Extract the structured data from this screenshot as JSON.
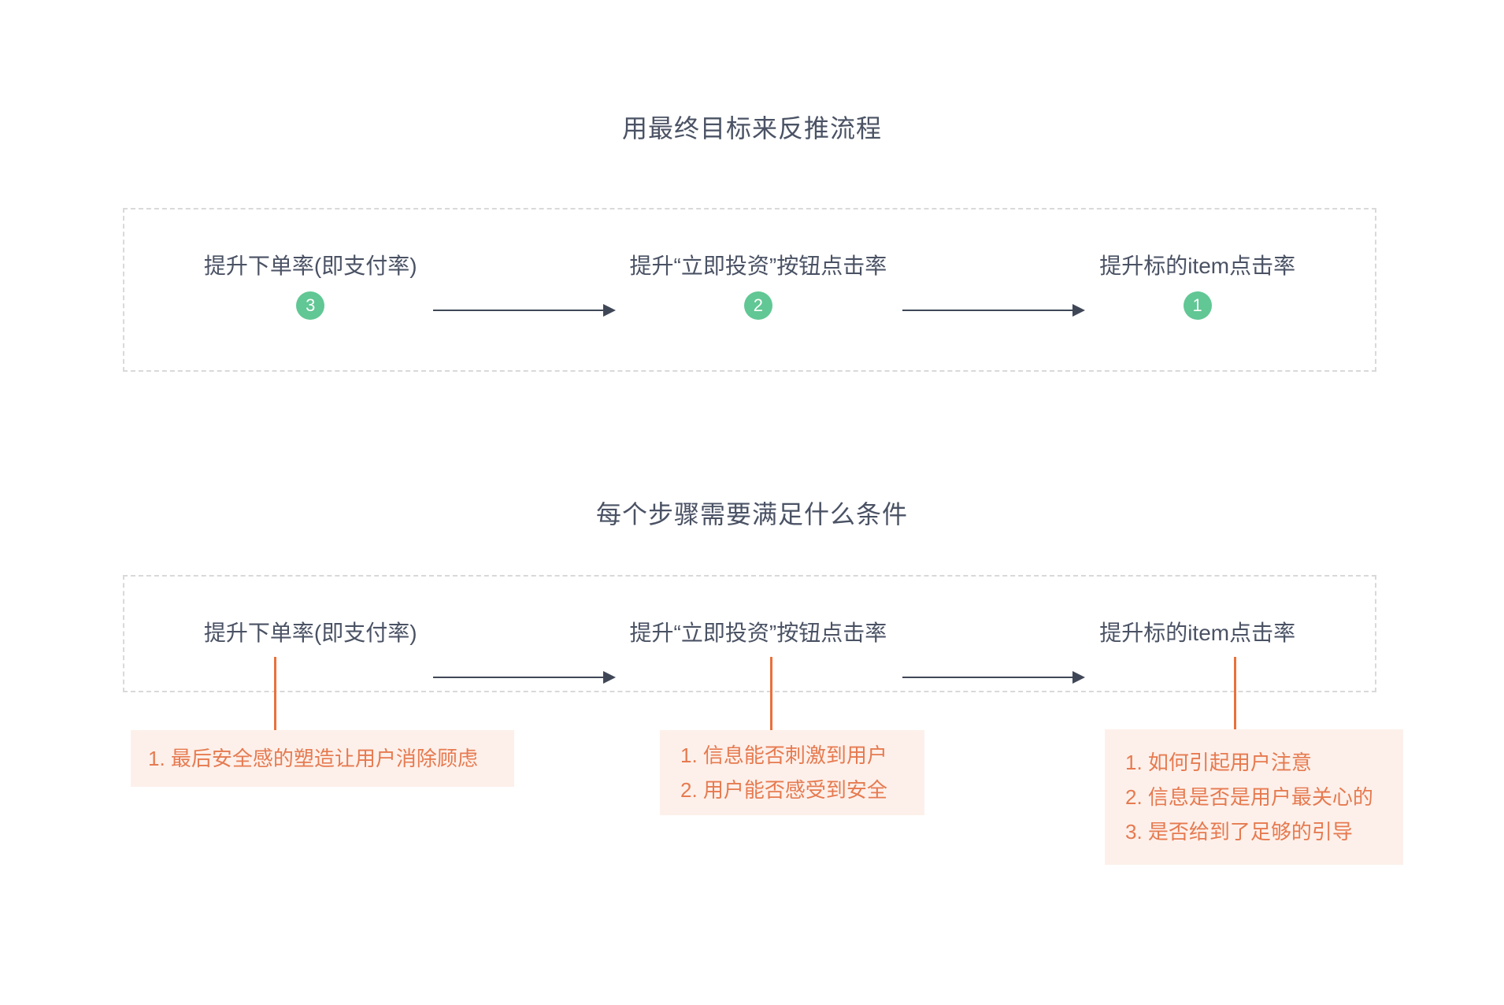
{
  "colors": {
    "node_text": "#4a5264",
    "arrow": "#3f4757",
    "badge_green": "#61c794",
    "badge_text": "#ffffff",
    "orange_text": "#e67a50",
    "orange_line": "#e8713c",
    "note_background": "#fdf0ea",
    "dashed_border": "#d9d9d9",
    "background": "#ffffff"
  },
  "section1": {
    "title": "用最终目标来反推流程",
    "steps": [
      {
        "label": "提升下单率(即支付率)",
        "badge": "3"
      },
      {
        "label": "提升“立即投资”按钮点击率",
        "badge": "2"
      },
      {
        "label": "提升标的item点击率",
        "badge": "1"
      }
    ]
  },
  "section2": {
    "title": "每个步骤需要满足什么条件",
    "steps": [
      {
        "label": "提升下单率(即支付率)",
        "notes": [
          "1. 最后安全感的塑造让用户消除顾虑"
        ]
      },
      {
        "label": "提升“立即投资”按钮点击率",
        "notes": [
          "1. 信息能否刺激到用户",
          "2. 用户能否感受到安全"
        ]
      },
      {
        "label": "提升标的item点击率",
        "notes": [
          "1. 如何引起用户注意",
          "2. 信息是否是用户最关心的",
          "3. 是否给到了足够的引导"
        ]
      }
    ]
  }
}
